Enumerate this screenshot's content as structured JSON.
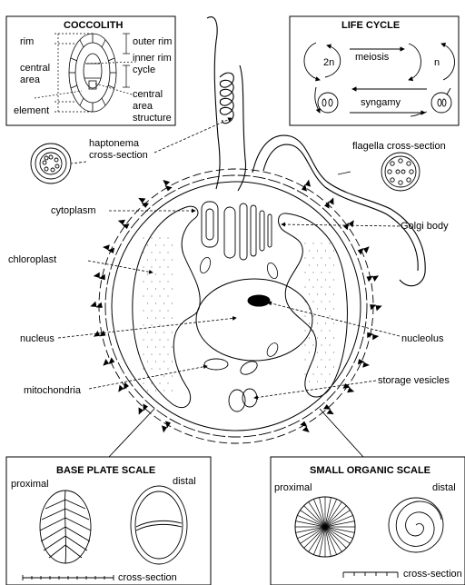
{
  "coccolith": {
    "title": "COCCOLITH",
    "rim": "rim",
    "outer_rim": "outer rim",
    "inner_rim_1": "inner rim",
    "inner_rim_2": "cycle",
    "central_area_1": "central",
    "central_area_2": "area",
    "element": "element",
    "cas_1": "central",
    "cas_2": "area",
    "cas_3": "structure"
  },
  "life_cycle": {
    "title": "LIFE CYCLE",
    "diploid": "2n",
    "haploid": "n",
    "meiosis": "meiosis",
    "syngamy": "syngamy"
  },
  "cell_labels": {
    "haptonema_1": "haptonema",
    "haptonema_2": "cross-section",
    "flagella": "flagella cross-section",
    "cytoplasm": "cytoplasm",
    "golgi": "Golgi body",
    "chloroplast": "chloroplast",
    "nucleus": "nucleus",
    "nucleolus": "nucleolus",
    "mitochondria": "mitochondria",
    "storage": "storage vesicles"
  },
  "base_plate": {
    "title": "BASE PLATE SCALE",
    "proximal": "proximal",
    "distal": "distal",
    "cross_section": "cross-section"
  },
  "organic_scale": {
    "title": "SMALL ORGANIC SCALE",
    "proximal": "proximal",
    "distal": "distal",
    "cross_section": "cross-section"
  }
}
